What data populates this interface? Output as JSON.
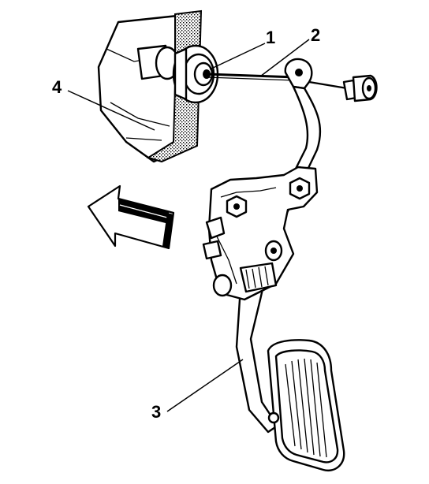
{
  "callouts": {
    "c1": "1",
    "c2": "2",
    "c3": "3",
    "c4": "4"
  },
  "icons": {
    "arrow": "direction-arrow-icon"
  },
  "colors": {
    "ink": "#000000",
    "paper": "#ffffff"
  }
}
